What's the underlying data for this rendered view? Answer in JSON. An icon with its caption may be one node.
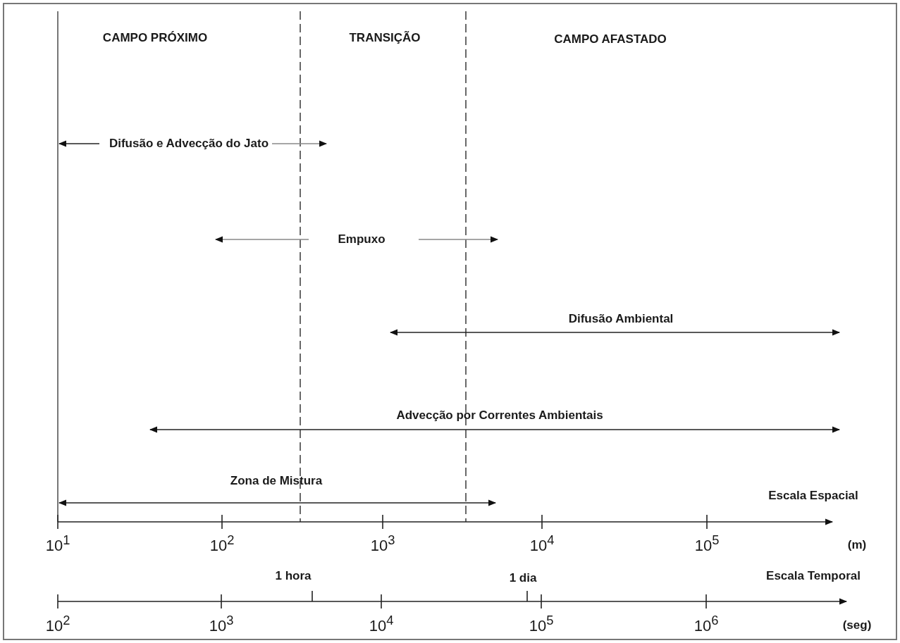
{
  "diagram": {
    "labels": [
      "CAMPO PRÓXIMO",
      "TRANSIÇÃO",
      "CAMPO AFASTADO",
      "Difusão e Advecção do Jato",
      "Empuxo",
      "Difusão Ambiental",
      "Advecção por Correntes Ambientais",
      "Zona de Mistura",
      "Escala Espacial",
      "10$^{1}$",
      "10$^{2}$",
      "10$^{3}$",
      "10$^{4}$",
      "10$^{5}$",
      "(m)",
      "1 hora",
      "1 dia",
      "Escala Temporal",
      "10$^{2}$",
      "10$^{3}$",
      "10$^{4}$",
      "10$^{5}$",
      "10$^{6}$",
      "(seg)"
    ]
  }
}
